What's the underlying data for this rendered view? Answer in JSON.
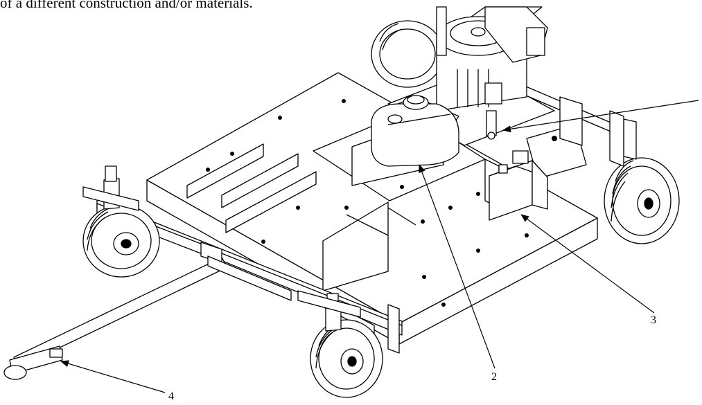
{
  "document": {
    "text_fragment": "of a different construction and/or materials."
  },
  "callouts": [
    {
      "label": "2"
    },
    {
      "label": "3"
    },
    {
      "label": "4"
    }
  ]
}
